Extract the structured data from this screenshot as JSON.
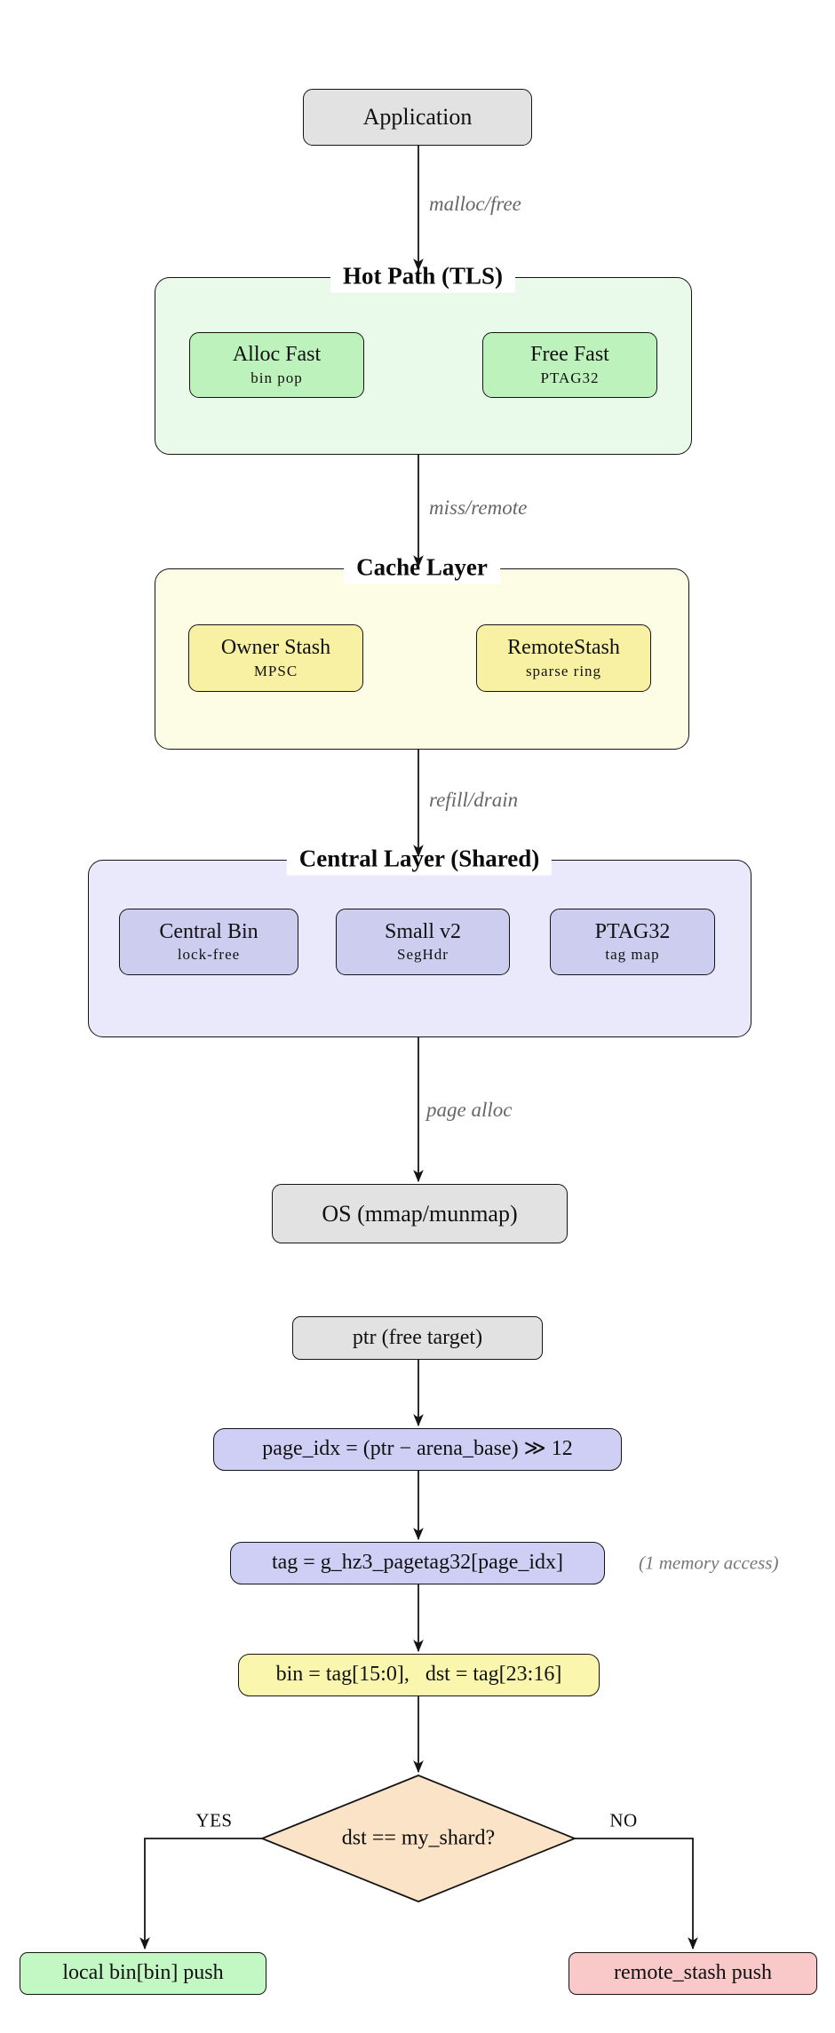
{
  "architecture": {
    "application_label": "Application",
    "edges": {
      "malloc_free": "malloc/free",
      "miss_remote": "miss/remote",
      "refill_drain": "refill/drain",
      "page_alloc": "page alloc"
    },
    "hot_path": {
      "title": "Hot Path (TLS)",
      "alloc_fast": {
        "label": "Alloc Fast",
        "sub": "bin pop"
      },
      "free_fast": {
        "label": "Free Fast",
        "sub": "PTAG32"
      }
    },
    "cache_layer": {
      "title": "Cache Layer",
      "owner_stash": {
        "label": "Owner Stash",
        "sub": "MPSC"
      },
      "remote_stash": {
        "label": "RemoteStash",
        "sub": "sparse ring"
      }
    },
    "central_layer": {
      "title": "Central Layer (Shared)",
      "central_bin": {
        "label": "Central Bin",
        "sub": "lock-free"
      },
      "small_v2": {
        "label": "Small v2",
        "sub": "SegHdr"
      },
      "ptag32": {
        "label": "PTAG32",
        "sub": "tag map"
      }
    },
    "os_label": "OS (mmap/munmap)"
  },
  "free_path": {
    "ptr_label": "ptr (free target)",
    "page_idx_label": "page_idx = (ptr − arena_base) ≫ 12",
    "tag_label": "tag = g_hz3_pagetag32[page_idx]",
    "tag_note": "(1 memory access)",
    "bin_dst_label": "bin = tag[15:0],   dst = tag[23:16]",
    "decision_label": "dst == my_shard?",
    "yes_label": "YES",
    "no_label": "NO",
    "local_label": "local bin[bin] push",
    "remote_label": "remote_stash push"
  },
  "colors": {
    "gray_node": "#e2e2e2",
    "hot_container": "#eafaea",
    "hot_node": "#bdf2bd",
    "cache_container": "#fdfde5",
    "cache_node": "#f8f1a3",
    "central_container": "#e9e9fb",
    "central_node": "#cdcdf0",
    "purple_node": "#cfcff6",
    "yellow_node": "#fbf6ae",
    "diamond": "#fbe3c8",
    "success_node": "#c3f7c3",
    "danger_node": "#f9c8c8",
    "edge_label": "#666666",
    "note": "#777777",
    "line": "#141414"
  }
}
